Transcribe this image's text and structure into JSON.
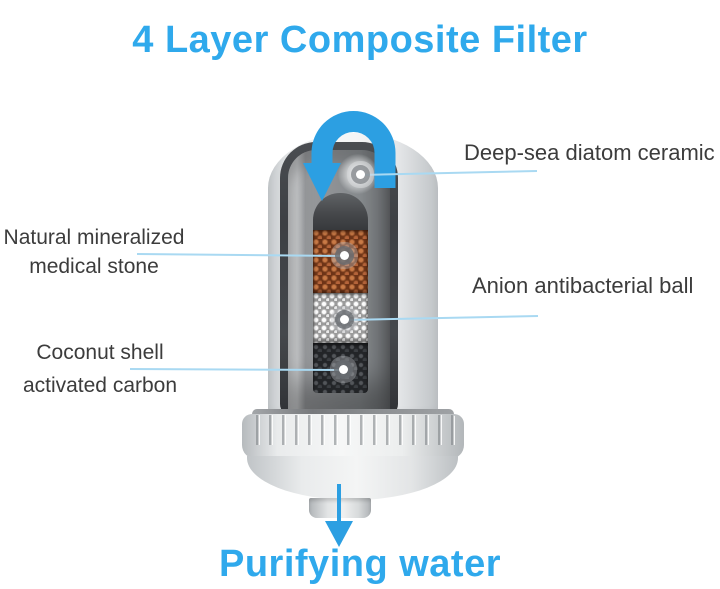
{
  "title": {
    "text": "4 Layer Composite Filter"
  },
  "footer": {
    "text": "Purifying water"
  },
  "labels": {
    "ceramic": "Deep-sea diatom ceramic",
    "stone_line1": "Natural mineralized",
    "stone_line2": "medical stone",
    "anion": "Anion antibacterial ball",
    "carbon_line1": "Coconut shell",
    "carbon_line2": "activated carbon"
  },
  "layers": [
    {
      "name": "Deep-sea diatom ceramic",
      "color": "#e8e9ea"
    },
    {
      "name": "Natural mineralized medical stone",
      "color": "#8a4a26"
    },
    {
      "name": "Anion antibacterial ball",
      "color": "#d6d6d6"
    },
    {
      "name": "Coconut shell activated carbon",
      "color": "#2a2c2e"
    }
  ],
  "icons": {
    "circulation_arrow": "u-turn-down-arrow",
    "outflow_arrow": "down-arrow"
  },
  "colors": {
    "heading_blue": "#2fa9ec",
    "arrow_blue": "#2c9fe2",
    "leader_line": "#a9d9f2",
    "label_text": "#3c3c3c",
    "background": "#ffffff"
  }
}
